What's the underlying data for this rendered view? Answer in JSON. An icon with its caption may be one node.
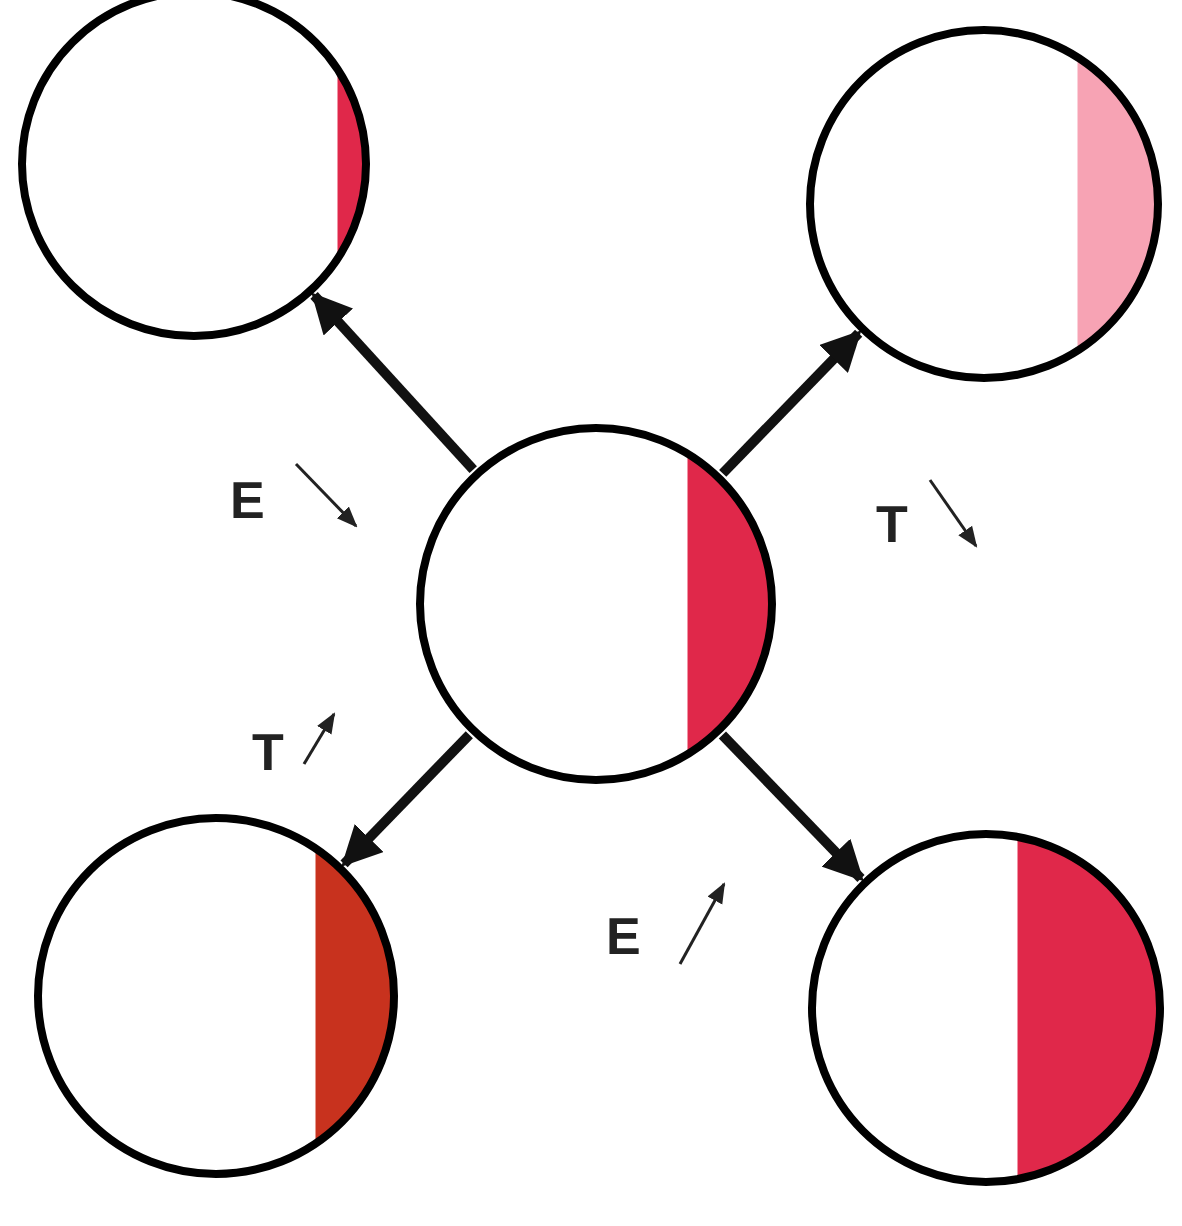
{
  "diagram": {
    "nodes": [
      {
        "text": [],
        "shape": "circle"
      },
      {
        "text": [],
        "shape": "circle"
      },
      {
        "text": [],
        "shape": "circle"
      },
      {
        "text": [],
        "shape": "circle"
      },
      {
        "text": [],
        "shape": "circle"
      }
    ],
    "edges": [
      {
        "from": 2,
        "to": 0,
        "arrow": "to",
        "label": "E"
      },
      {
        "from": 2,
        "to": 1,
        "arrow": "to",
        "label": "T"
      },
      {
        "from": 2,
        "to": 3,
        "arrow": "to",
        "label": "T"
      },
      {
        "from": 2,
        "to": 4,
        "arrow": "to",
        "label": "E"
      }
    ]
  }
}
